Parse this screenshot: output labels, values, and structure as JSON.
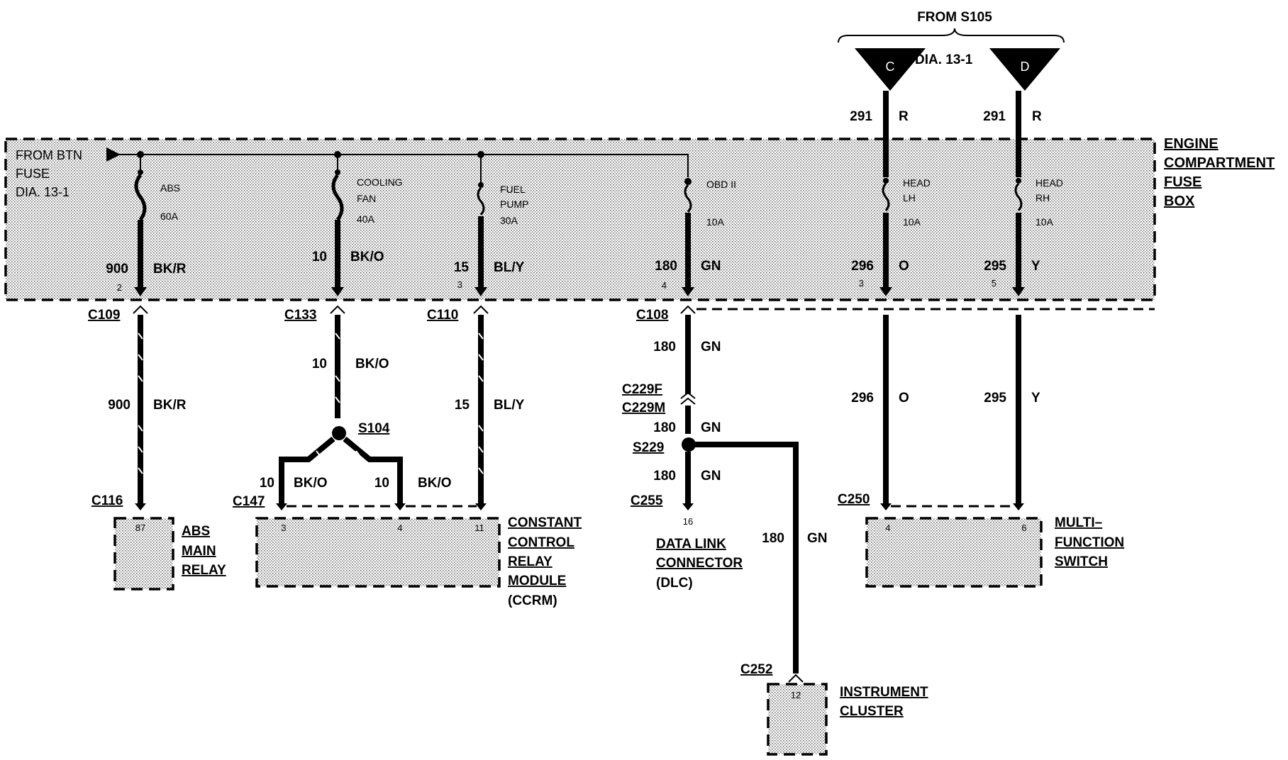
{
  "source": {
    "label": "FROM S105",
    "dia_ref": "DIA. 13-1",
    "pins": [
      "C",
      "D"
    ]
  },
  "fuse_box": {
    "title_lines": [
      "ENGINE",
      "COMPARTMENT",
      "FUSE",
      "BOX"
    ],
    "source_lines": [
      "FROM BTN",
      "FUSE",
      "DIA. 13-1"
    ],
    "fuses": [
      {
        "name_lines": [
          "ABS"
        ],
        "rating": "60A",
        "circuit": "900",
        "color": "BK/R",
        "pin": "2"
      },
      {
        "name_lines": [
          "COOLING",
          "FAN"
        ],
        "rating": "40A",
        "circuit": "10",
        "color": "BK/O",
        "pin": ""
      },
      {
        "name_lines": [
          "FUEL",
          "PUMP"
        ],
        "rating": "30A",
        "circuit": "15",
        "color": "BL/Y",
        "pin": "3"
      },
      {
        "name_lines": [
          "OBD II"
        ],
        "rating": "10A",
        "circuit": "180",
        "color": "GN",
        "pin": "4"
      },
      {
        "name_lines": [
          "HEAD",
          "LH"
        ],
        "rating": "10A",
        "circuit": "296",
        "color": "O",
        "pin": "3",
        "feed_circuit": "291",
        "feed_color": "R"
      },
      {
        "name_lines": [
          "HEAD",
          "RH"
        ],
        "rating": "10A",
        "circuit": "295",
        "color": "Y",
        "pin": "5",
        "feed_circuit": "291",
        "feed_color": "R"
      }
    ]
  },
  "connectors": {
    "c109": "C109",
    "c133": "C133",
    "c110": "C110",
    "c108": "C108",
    "c229f": "C229F",
    "c229m": "C229M",
    "s229": "S229",
    "c255": "C255",
    "s104": "S104",
    "c116": "C116",
    "c147": "C147",
    "c250": "C250",
    "c252": "C252"
  },
  "wires": {
    "abs": {
      "circuit": "900",
      "color": "BK/R"
    },
    "fan": {
      "circuit": "10",
      "color": "BK/O"
    },
    "fan_left": {
      "circuit": "10",
      "color": "BK/O"
    },
    "fan_right": {
      "circuit": "10",
      "color": "BK/O"
    },
    "fuel": {
      "circuit": "15",
      "color": "BL/Y"
    },
    "dlc_upper": {
      "circuit": "180",
      "color": "GN"
    },
    "dlc_mid": {
      "circuit": "180",
      "color": "GN"
    },
    "dlc_lower": {
      "circuit": "180",
      "color": "GN"
    },
    "cluster": {
      "circuit": "180",
      "color": "GN"
    },
    "head_lh": {
      "circuit": "296",
      "color": "O"
    },
    "head_rh": {
      "circuit": "295",
      "color": "Y"
    }
  },
  "components": {
    "abs_relay": {
      "lines": [
        "ABS",
        "MAIN",
        "RELAY"
      ],
      "pins": [
        "87"
      ]
    },
    "ccrm": {
      "lines": [
        "CONSTANT",
        "CONTROL",
        "RELAY",
        "MODULE"
      ],
      "sub": "(CCRM)",
      "pins": [
        "3",
        "4",
        "11"
      ]
    },
    "dlc": {
      "lines": [
        "DATA LINK",
        "CONNECTOR"
      ],
      "sub": "(DLC)",
      "pins": [
        "16"
      ]
    },
    "mfs": {
      "lines": [
        "MULTI–",
        "FUNCTION",
        "SWITCH"
      ],
      "pins": [
        "4",
        "6"
      ]
    },
    "cluster": {
      "lines": [
        "INSTRUMENT",
        "CLUSTER"
      ],
      "pins": [
        "12"
      ]
    }
  },
  "colors": {
    "ink": "#000000",
    "shade": "#d9d9d9",
    "paper": "#ffffff"
  }
}
